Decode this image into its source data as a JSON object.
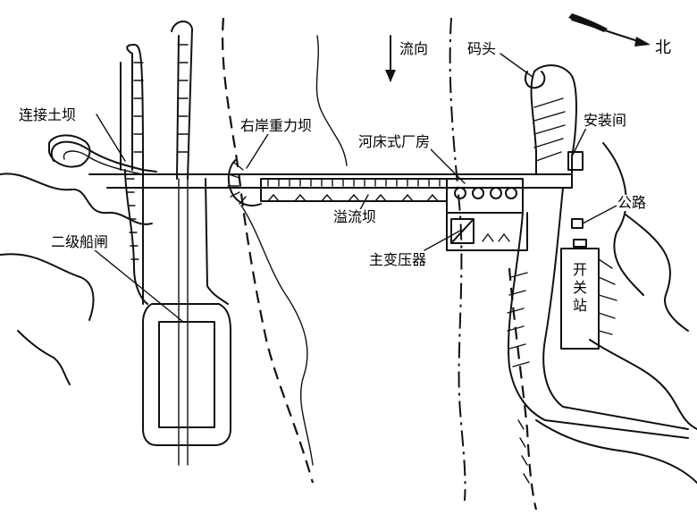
{
  "labels": {
    "connecting_earth_dam": "连接土坝",
    "right_bank_gravity_dam": "右岸重力坝",
    "flow_direction": "流向",
    "wharf": "码头",
    "north": "北",
    "erection_bay": "安装间",
    "riverbed_powerhouse": "河床式厂房",
    "road": "公路",
    "two_stage_ship_lock": "二级船闸",
    "spillway_dam": "溢流坝",
    "main_transformer": "主变压器",
    "switch_station": "开关站"
  }
}
